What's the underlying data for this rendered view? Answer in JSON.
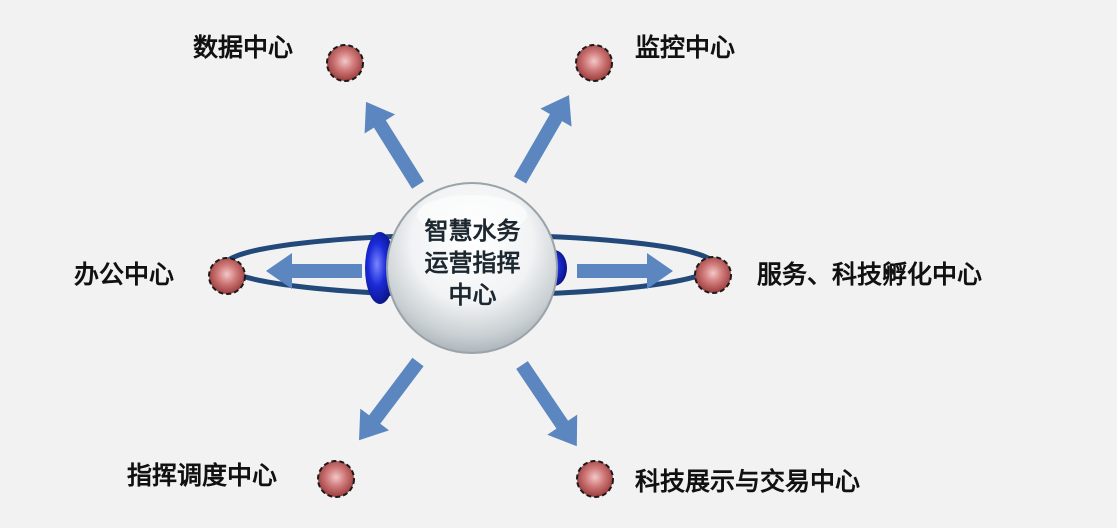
{
  "center": {
    "lines": [
      "智慧水务",
      "运营指挥",
      "中心"
    ]
  },
  "nodes": {
    "data_center": "数据中心",
    "monitor_center": "监控中心",
    "office_center": "办公中心",
    "service_center": "服务、科技孵化中心",
    "dispatch_center": "指挥调度中心",
    "exhibit_center": "科技展示与交易中心"
  },
  "colors": {
    "background": "#f2f2f2",
    "arrow": "#5b86c0",
    "orbit": "#22497a",
    "node_sphere": "#c46a6a",
    "blue_lobe": "#1a2ad8",
    "text": "#111111"
  }
}
